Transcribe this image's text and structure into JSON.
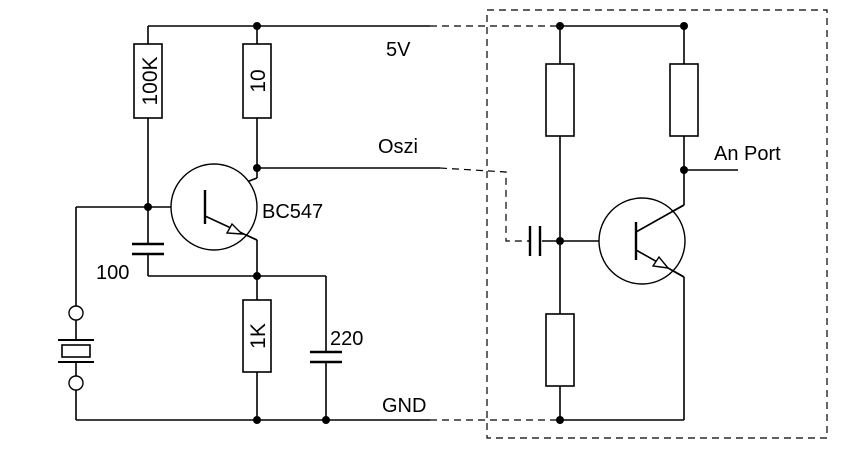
{
  "labels": {
    "supply": "5V",
    "ground": "GND",
    "scope": "Oszi",
    "port": "An Port",
    "transistor": "BC547"
  },
  "components": {
    "r_base": "100K",
    "r_collector": "10",
    "r_emitter": "1K",
    "c_base": "100",
    "c_emitter": "220"
  }
}
